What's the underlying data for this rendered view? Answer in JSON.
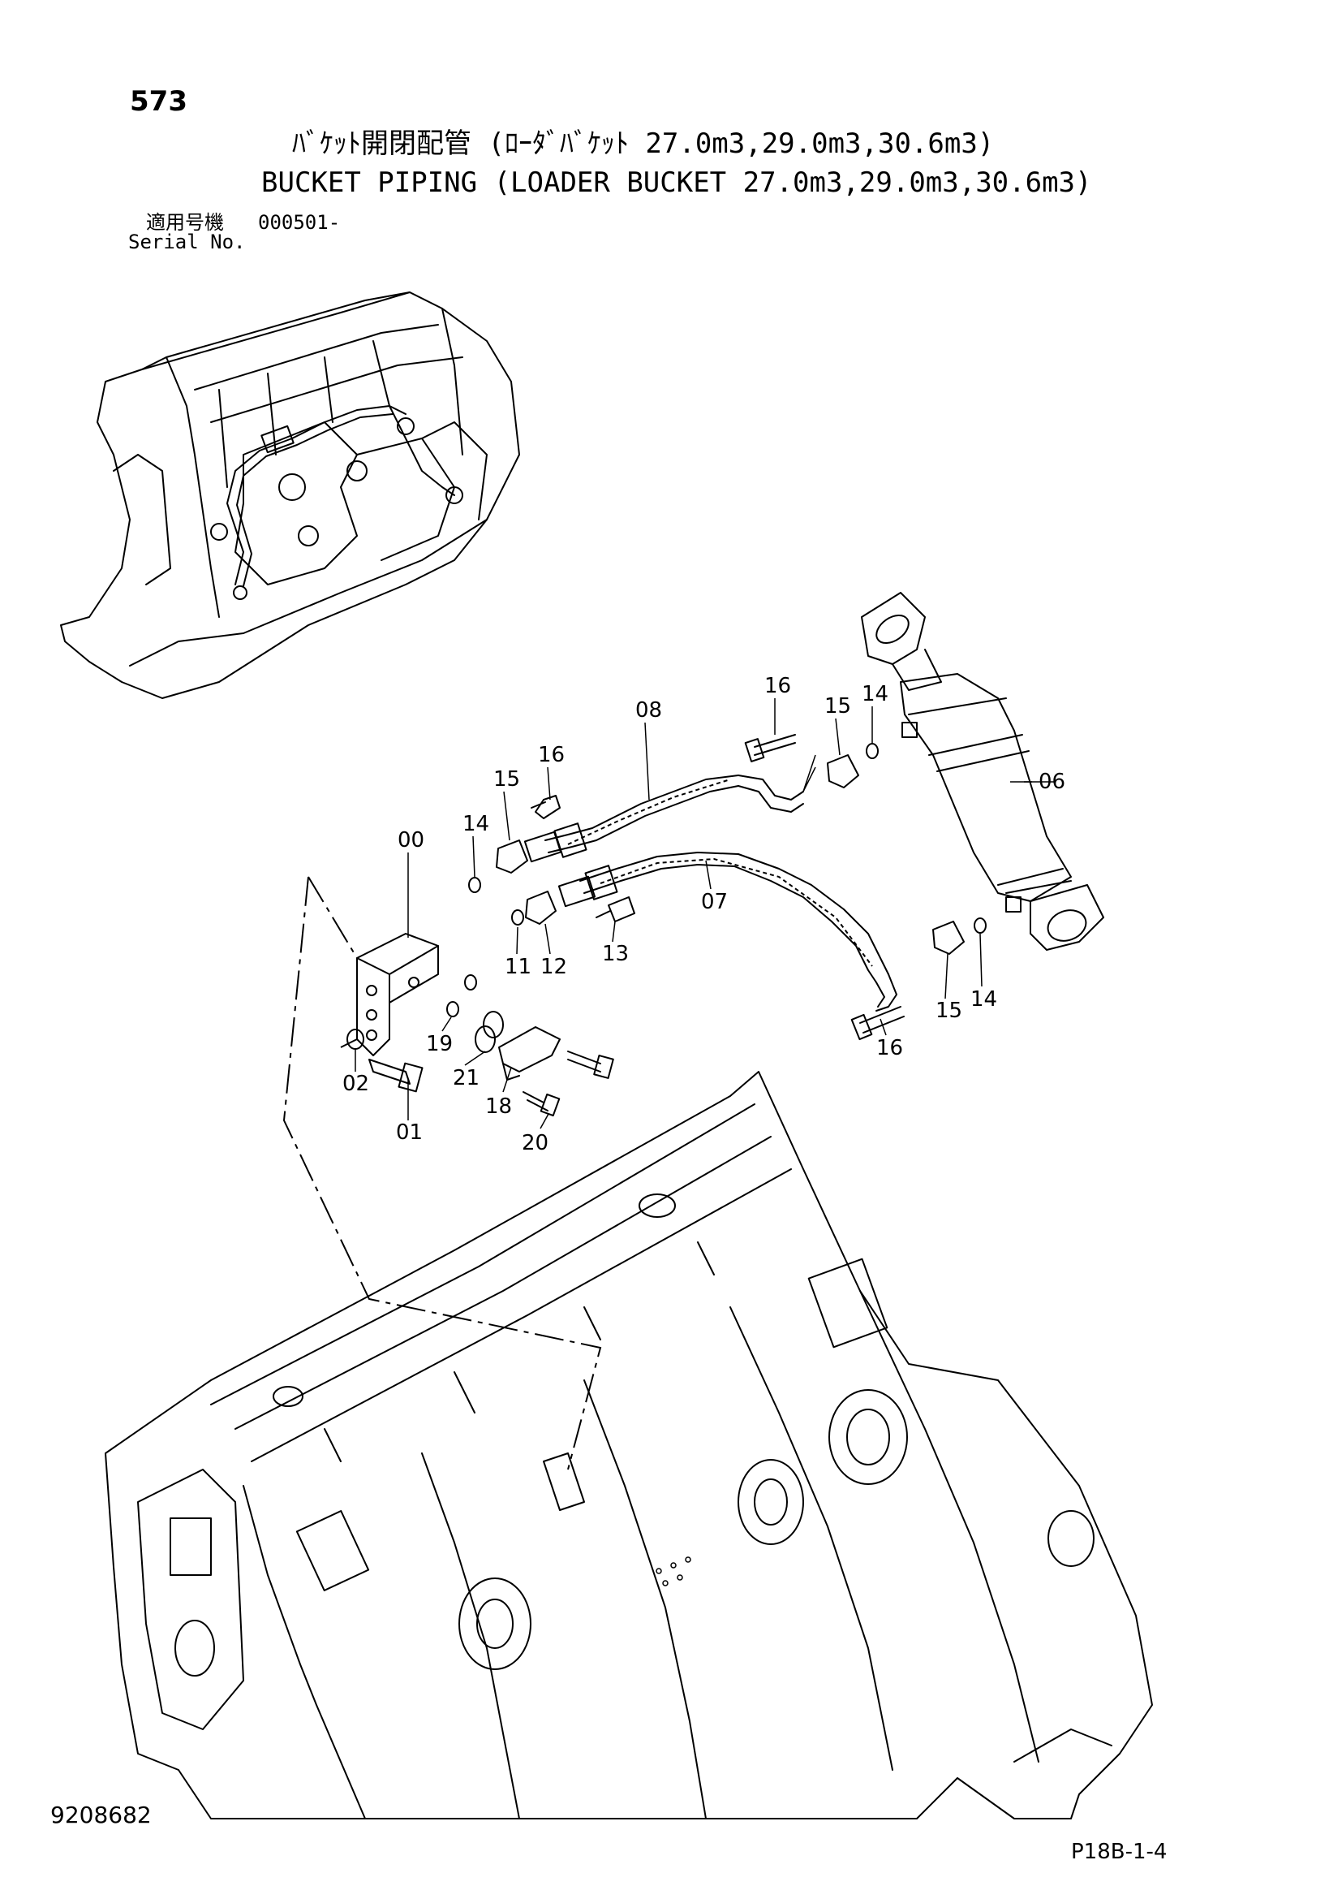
{
  "page_number": "573",
  "title_ja": "ﾊﾞｹｯﾄ開閉配管 (ﾛｰﾀﾞﾊﾞｹｯﾄ 27.0m3,29.0m3,30.6m3)",
  "title_en": "BUCKET PIPING (LOADER BUCKET 27.0m3,29.0m3,30.6m3)",
  "serial": {
    "label_ja": "適用号機",
    "label_en": "Serial No.",
    "value": "000501-"
  },
  "callouts": {
    "c00": "00",
    "c01": "01",
    "c02": "02",
    "c06": "06",
    "c07": "07",
    "c08": "08",
    "c11": "11",
    "c12": "12",
    "c13": "13",
    "c14a": "14",
    "c14b": "14",
    "c14c": "14",
    "c15a": "15",
    "c15b": "15",
    "c15c": "15",
    "c16a": "16",
    "c16b": "16",
    "c16c": "16",
    "c18": "18",
    "c19": "19",
    "c20": "20",
    "c21": "21"
  },
  "doc_number": "9208682",
  "figure_code": "P18B-1-4"
}
